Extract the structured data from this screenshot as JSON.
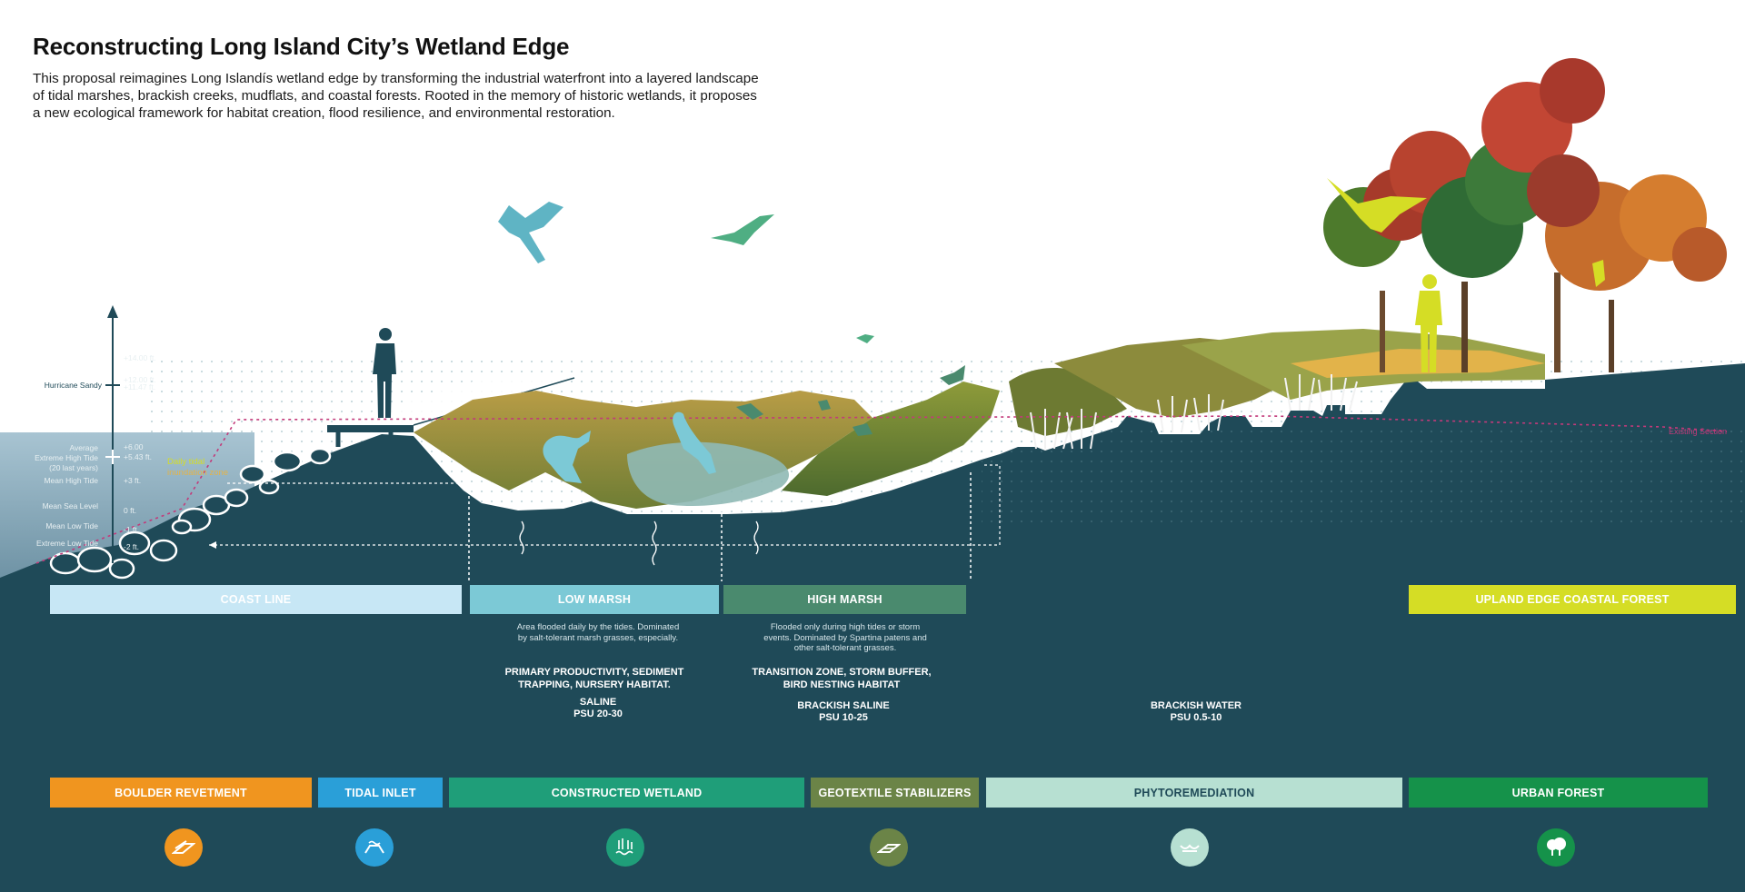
{
  "title": "Reconstructing Long Island City’s Wetland Edge",
  "intro": "This proposal reimagines Long Islandís wetland edge by transforming the industrial waterfront into a layered landscape of tidal marshes, brackish creeks, mudflats, and coastal forests. Rooted in the memory of historic wetlands, it proposes a new ecological framework for habitat creation, flood resilience, and environmental restoration.",
  "elevation_scale": {
    "hurricane_label": "Hurricane Sandy",
    "levels_left": [
      {
        "label": "Average"
      },
      {
        "label": "Extreme High Tide"
      },
      {
        "label": "(20 last years)"
      },
      {
        "label": "Mean High Tide"
      },
      {
        "label": "Mean Sea Level"
      },
      {
        "label": "Mean Low Tide"
      },
      {
        "label": "Extreme Low Tide"
      }
    ],
    "values": [
      "+14.00 ft.",
      "+12.00 ft.",
      "+11.47 ft.",
      "+6.00",
      "+5.43 ft.",
      "+3 ft.",
      "0 ft.",
      "-1 ft.",
      "-2 ft."
    ],
    "daily_tidal": "Daily tidal",
    "inundation": "inundation zone",
    "existing_section": "Existing Section"
  },
  "zones": {
    "coast_line": "COAST LINE",
    "low_marsh": "LOW MARSH",
    "high_marsh": "HIGH MARSH",
    "upland": "UPLAND EDGE COASTAL FOREST"
  },
  "zone_info": {
    "low_marsh_desc": "Area flooded daily by the tides. Dominated by salt-tolerant marsh grasses, especially.",
    "high_marsh_desc": "Flooded only during high tides or storm events. Dominated by Spartina patens and other salt-tolerant grasses.",
    "low_marsh_role": "PRIMARY PRODUCTIVITY, SEDIMENT TRAPPING, NURSERY HABITAT.",
    "high_marsh_role": "TRANSITION ZONE, STORM BUFFER, BIRD NESTING HABITAT",
    "low_salinity_1": "SALINE",
    "low_salinity_2": "PSU 20-30",
    "high_salinity_1": "BRACKISH SALINE",
    "high_salinity_2": "PSU 10-25",
    "brackish_1": "BRACKISH WATER",
    "brackish_2": "PSU 0.5-10"
  },
  "strategies": [
    {
      "label": "BOULDER REVETMENT",
      "icon": "boulder-icon",
      "color": "#f0951f"
    },
    {
      "label": "TIDAL INLET",
      "icon": "tidal-inlet-icon",
      "color": "#2a9fd8"
    },
    {
      "label": "CONSTRUCTED WETLAND",
      "icon": "wetland-icon",
      "color": "#1f9e79"
    },
    {
      "label": "GEOTEXTILE STABILIZERS",
      "icon": "geotextile-icon",
      "color": "#6b8447"
    },
    {
      "label": "PHYTOREMEDIATION",
      "icon": "phytoremediation-icon",
      "color": "#b7e0d2"
    },
    {
      "label": "URBAN FOREST",
      "icon": "tree-icon",
      "color": "#15924a"
    }
  ],
  "colors": {
    "ground": "#1f4a58",
    "coast_line": "#c7e7f5",
    "low_marsh": "#7cc9d6",
    "high_marsh": "#4a8a6e",
    "upland": "#d5dd25",
    "bird_teal": "#5fb4c4",
    "bird_green": "#4fae83",
    "bird_yellow": "#d5dd25"
  }
}
